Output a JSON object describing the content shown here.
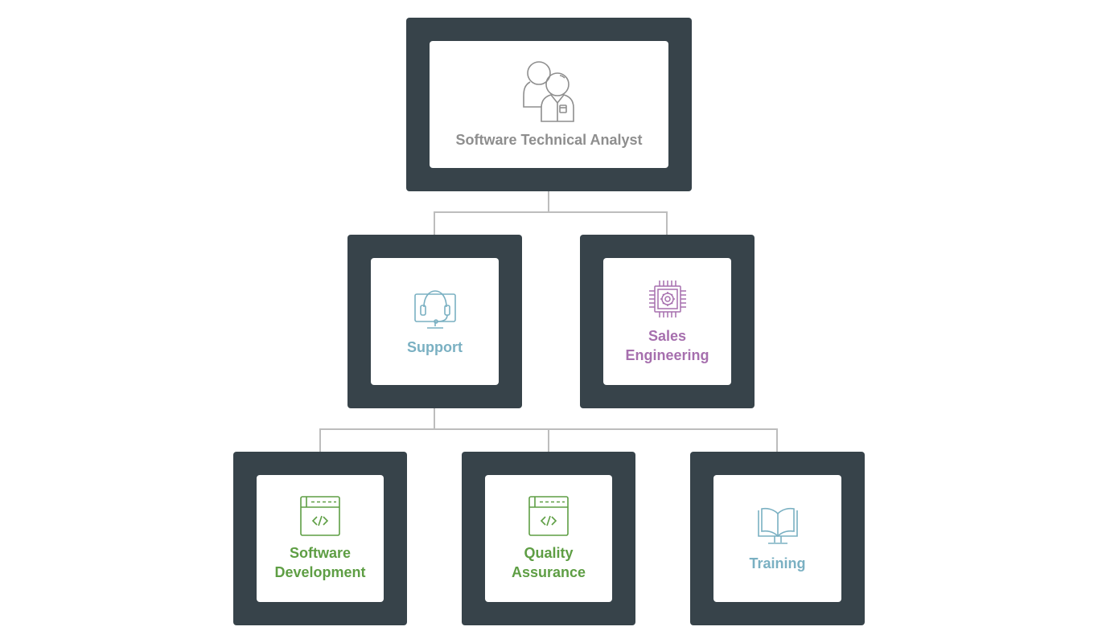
{
  "colors": {
    "frame": "#37434a",
    "connector": "#bdbdbd",
    "gray": "#8e8e8e",
    "blue": "#7ab0c2",
    "purple": "#a66fae",
    "green": "#5e9e44"
  },
  "nodes": {
    "root": {
      "label": [
        "Software Technical Analyst"
      ],
      "icon": "two-users-icon"
    },
    "support": {
      "label": [
        "Support"
      ],
      "icon": "headset-monitor-icon"
    },
    "sales": {
      "label": [
        "Sales",
        "Engineering"
      ],
      "icon": "chip-gear-icon"
    },
    "softdev": {
      "label": [
        "Software",
        "Development"
      ],
      "icon": "code-window-icon"
    },
    "qa": {
      "label": [
        "Quality",
        "Assurance"
      ],
      "icon": "code-window-icon"
    },
    "training": {
      "label": [
        "Training"
      ],
      "icon": "book-monitor-icon"
    }
  }
}
